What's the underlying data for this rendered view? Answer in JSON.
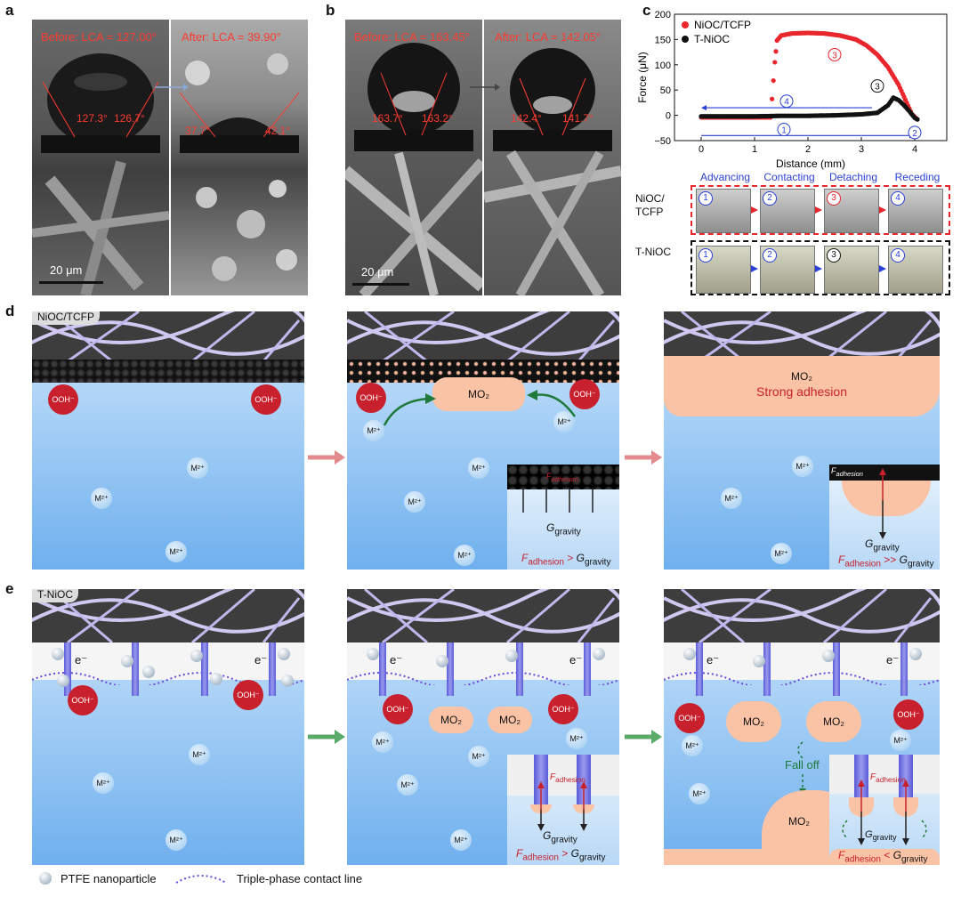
{
  "panels": {
    "a": "a",
    "b": "b",
    "c": "c",
    "d": "d",
    "e": "e"
  },
  "panel_a": {
    "before": "Before: LCA = 127.00°",
    "after": "After: LCA = 39.90°",
    "angles": [
      "127.3°",
      "126.7°",
      "37.7°",
      "42.1°"
    ],
    "scale": "20 μm"
  },
  "panel_b": {
    "before": "Before: LCA = 163.45°",
    "after": "After: LCA = 142.05°",
    "angles": [
      "163.7°",
      "163.2°",
      "142.4°",
      "141.7°"
    ],
    "scale": "20 μm"
  },
  "chart_data": {
    "type": "scatter",
    "xlabel": "Distance (mm)",
    "ylabel": "Force (μN)",
    "xlim": [
      -0.5,
      4.6
    ],
    "ylim": [
      -50,
      200
    ],
    "xticks": [
      "0",
      "1",
      "2",
      "3",
      "4"
    ],
    "yticks": [
      "−50",
      "0",
      "50",
      "100",
      "150",
      "200"
    ],
    "legend_position": "top-left",
    "series": [
      {
        "name": "NiOC/TCFP",
        "color": "#e8262c",
        "x": [
          0,
          0.5,
          1,
          1.3,
          1.38,
          1.42,
          1.5,
          1.7,
          2.0,
          2.3,
          2.6,
          2.9,
          3.1,
          3.3,
          3.5,
          3.7,
          3.85,
          3.95,
          4.05
        ],
        "y": [
          -4,
          -4,
          -4,
          -4,
          105,
          148,
          158,
          162,
          163,
          162,
          158,
          150,
          138,
          120,
          95,
          60,
          25,
          2,
          -8
        ]
      },
      {
        "name": "T-NiOC",
        "color": "#111111",
        "x": [
          0,
          0.5,
          1,
          1.5,
          2,
          2.5,
          3,
          3.3,
          3.5,
          3.6,
          3.7,
          3.8,
          3.9,
          4.0,
          4.05
        ],
        "y": [
          -2,
          -2,
          -2,
          -1,
          -1,
          0,
          2,
          5,
          20,
          35,
          30,
          20,
          8,
          -5,
          -8
        ]
      }
    ],
    "annotations": [
      "1",
      "2",
      "3",
      "3",
      "4"
    ]
  },
  "panel_c_photos": {
    "stages": [
      "Advancing",
      "Contacting",
      "Detaching",
      "Receding"
    ],
    "rows": [
      "NiOC/\nTCFP",
      "T-NiOC"
    ],
    "steps": [
      "1",
      "2",
      "3",
      "4"
    ]
  },
  "panel_d": {
    "title": "NiOC/TCFP",
    "ooh": "OOH⁻",
    "m2": "M²⁺",
    "mo2": "MO₂",
    "strong": "Strong adhesion",
    "f_adh": "F",
    "f_adh_sub": "adhesion",
    "g": "G",
    "g_sub": "gravity",
    "rel1": ">",
    "rel2": ">>"
  },
  "panel_e": {
    "title": "T-NiOC",
    "electron": "e⁻",
    "fall": "Fall off",
    "rel": "<"
  },
  "legend": {
    "ptfe": "PTFE nanoparticle",
    "tpcl": "Triple-phase contact line"
  }
}
